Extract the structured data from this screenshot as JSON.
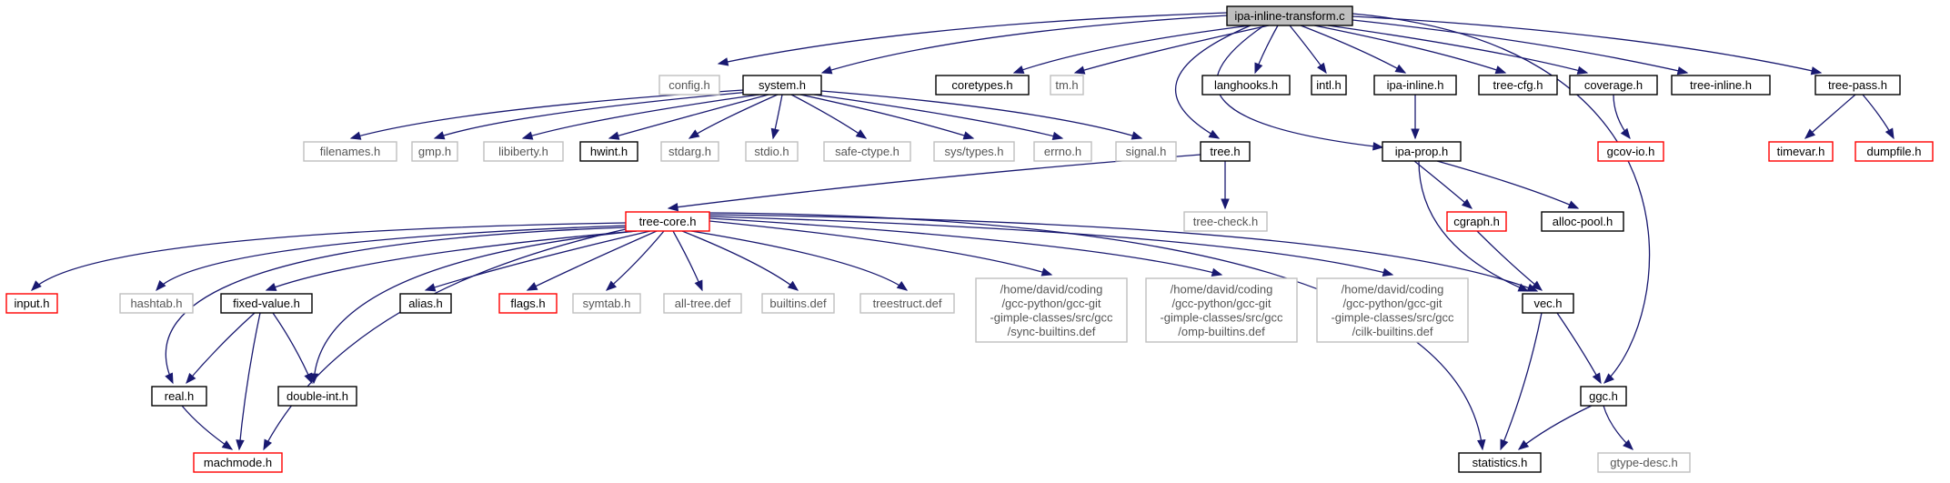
{
  "colors": {
    "edge": "#191970",
    "root_fill": "#bfbfbf",
    "border_default": "#000000",
    "border_missing": "#bfbfbf",
    "border_truncated": "#ff0000",
    "text_default": "#000000",
    "text_missing": "#555555"
  },
  "nodes": [
    {
      "id": "n0",
      "label": "ipa-inline-transform.c",
      "kind": "root"
    },
    {
      "id": "n1",
      "label": "config.h",
      "kind": "missing"
    },
    {
      "id": "n2",
      "label": "system.h",
      "kind": "normal"
    },
    {
      "id": "n3",
      "label": "coretypes.h",
      "kind": "normal"
    },
    {
      "id": "n4",
      "label": "tm.h",
      "kind": "missing"
    },
    {
      "id": "n5",
      "label": "langhooks.h",
      "kind": "normal"
    },
    {
      "id": "n6",
      "label": "intl.h",
      "kind": "normal"
    },
    {
      "id": "n7",
      "label": "ipa-inline.h",
      "kind": "normal"
    },
    {
      "id": "n8",
      "label": "tree-cfg.h",
      "kind": "normal"
    },
    {
      "id": "n9",
      "label": "coverage.h",
      "kind": "normal"
    },
    {
      "id": "n10",
      "label": "tree-inline.h",
      "kind": "normal"
    },
    {
      "id": "n11",
      "label": "tree-pass.h",
      "kind": "normal"
    },
    {
      "id": "n12",
      "label": "filenames.h",
      "kind": "missing"
    },
    {
      "id": "n13",
      "label": "gmp.h",
      "kind": "missing"
    },
    {
      "id": "n14",
      "label": "libiberty.h",
      "kind": "missing"
    },
    {
      "id": "n15",
      "label": "hwint.h",
      "kind": "normal"
    },
    {
      "id": "n16",
      "label": "stdarg.h",
      "kind": "missing"
    },
    {
      "id": "n17",
      "label": "stdio.h",
      "kind": "missing"
    },
    {
      "id": "n18",
      "label": "safe-ctype.h",
      "kind": "missing"
    },
    {
      "id": "n19",
      "label": "sys/types.h",
      "kind": "missing"
    },
    {
      "id": "n20",
      "label": "errno.h",
      "kind": "missing"
    },
    {
      "id": "n21",
      "label": "signal.h",
      "kind": "missing"
    },
    {
      "id": "n22",
      "label": "tree.h",
      "kind": "normal"
    },
    {
      "id": "n23",
      "label": "ipa-prop.h",
      "kind": "normal"
    },
    {
      "id": "n24",
      "label": "gcov-io.h",
      "kind": "truncated"
    },
    {
      "id": "n25",
      "label": "timevar.h",
      "kind": "truncated"
    },
    {
      "id": "n26",
      "label": "dumpfile.h",
      "kind": "truncated"
    },
    {
      "id": "n27",
      "label": "tree-core.h",
      "kind": "truncated"
    },
    {
      "id": "n28",
      "label": "tree-check.h",
      "kind": "missing"
    },
    {
      "id": "n29",
      "label": "cgraph.h",
      "kind": "truncated"
    },
    {
      "id": "n30",
      "label": "alloc-pool.h",
      "kind": "normal"
    },
    {
      "id": "n31",
      "label": "input.h",
      "kind": "truncated"
    },
    {
      "id": "n32",
      "label": "hashtab.h",
      "kind": "missing"
    },
    {
      "id": "n33",
      "label": "fixed-value.h",
      "kind": "normal"
    },
    {
      "id": "n34",
      "label": "alias.h",
      "kind": "normal"
    },
    {
      "id": "n35",
      "label": "flags.h",
      "kind": "truncated"
    },
    {
      "id": "n36",
      "label": "symtab.h",
      "kind": "missing"
    },
    {
      "id": "n37",
      "label": "all-tree.def",
      "kind": "missing"
    },
    {
      "id": "n38",
      "label": "builtins.def",
      "kind": "missing"
    },
    {
      "id": "n39",
      "label": "treestruct.def",
      "kind": "missing"
    },
    {
      "id": "n40",
      "label": "/home/david/coding\n/gcc-python/gcc-git\n-gimple-classes/src/gcc\n/sync-builtins.def",
      "kind": "missing"
    },
    {
      "id": "n41",
      "label": "/home/david/coding\n/gcc-python/gcc-git\n-gimple-classes/src/gcc\n/omp-builtins.def",
      "kind": "missing"
    },
    {
      "id": "n42",
      "label": "/home/david/coding\n/gcc-python/gcc-git\n-gimple-classes/src/gcc\n/cilk-builtins.def",
      "kind": "missing"
    },
    {
      "id": "n43",
      "label": "vec.h",
      "kind": "normal"
    },
    {
      "id": "n44",
      "label": "real.h",
      "kind": "normal"
    },
    {
      "id": "n45",
      "label": "double-int.h",
      "kind": "normal"
    },
    {
      "id": "n46",
      "label": "machmode.h",
      "kind": "truncated"
    },
    {
      "id": "n47",
      "label": "ggc.h",
      "kind": "normal"
    },
    {
      "id": "n48",
      "label": "statistics.h",
      "kind": "normal"
    },
    {
      "id": "n49",
      "label": "gtype-desc.h",
      "kind": "missing"
    }
  ],
  "edges": [
    [
      "n0",
      "n1"
    ],
    [
      "n0",
      "n2"
    ],
    [
      "n0",
      "n3"
    ],
    [
      "n0",
      "n4"
    ],
    [
      "n0",
      "n5"
    ],
    [
      "n0",
      "n6"
    ],
    [
      "n0",
      "n7"
    ],
    [
      "n0",
      "n8"
    ],
    [
      "n0",
      "n9"
    ],
    [
      "n0",
      "n10"
    ],
    [
      "n0",
      "n11"
    ],
    [
      "n0",
      "n22"
    ],
    [
      "n0",
      "n23"
    ],
    [
      "n0",
      "n47"
    ],
    [
      "n2",
      "n12"
    ],
    [
      "n2",
      "n13"
    ],
    [
      "n2",
      "n14"
    ],
    [
      "n2",
      "n15"
    ],
    [
      "n2",
      "n16"
    ],
    [
      "n2",
      "n17"
    ],
    [
      "n2",
      "n18"
    ],
    [
      "n2",
      "n19"
    ],
    [
      "n2",
      "n20"
    ],
    [
      "n2",
      "n21"
    ],
    [
      "n7",
      "n23"
    ],
    [
      "n9",
      "n24"
    ],
    [
      "n11",
      "n25"
    ],
    [
      "n11",
      "n26"
    ],
    [
      "n22",
      "n27"
    ],
    [
      "n22",
      "n28"
    ],
    [
      "n23",
      "n29"
    ],
    [
      "n23",
      "n30"
    ],
    [
      "n23",
      "n43"
    ],
    [
      "n29",
      "n43"
    ],
    [
      "n27",
      "n31"
    ],
    [
      "n27",
      "n32"
    ],
    [
      "n27",
      "n33"
    ],
    [
      "n27",
      "n34"
    ],
    [
      "n27",
      "n35"
    ],
    [
      "n27",
      "n36"
    ],
    [
      "n27",
      "n37"
    ],
    [
      "n27",
      "n38"
    ],
    [
      "n27",
      "n39"
    ],
    [
      "n27",
      "n40"
    ],
    [
      "n27",
      "n41"
    ],
    [
      "n27",
      "n42"
    ],
    [
      "n27",
      "n43"
    ],
    [
      "n27",
      "n44"
    ],
    [
      "n27",
      "n45"
    ],
    [
      "n27",
      "n46"
    ],
    [
      "n27",
      "n48"
    ],
    [
      "n33",
      "n44"
    ],
    [
      "n33",
      "n45"
    ],
    [
      "n33",
      "n46"
    ],
    [
      "n44",
      "n46"
    ],
    [
      "n43",
      "n47"
    ],
    [
      "n43",
      "n48"
    ],
    [
      "n47",
      "n48"
    ],
    [
      "n47",
      "n49"
    ]
  ]
}
